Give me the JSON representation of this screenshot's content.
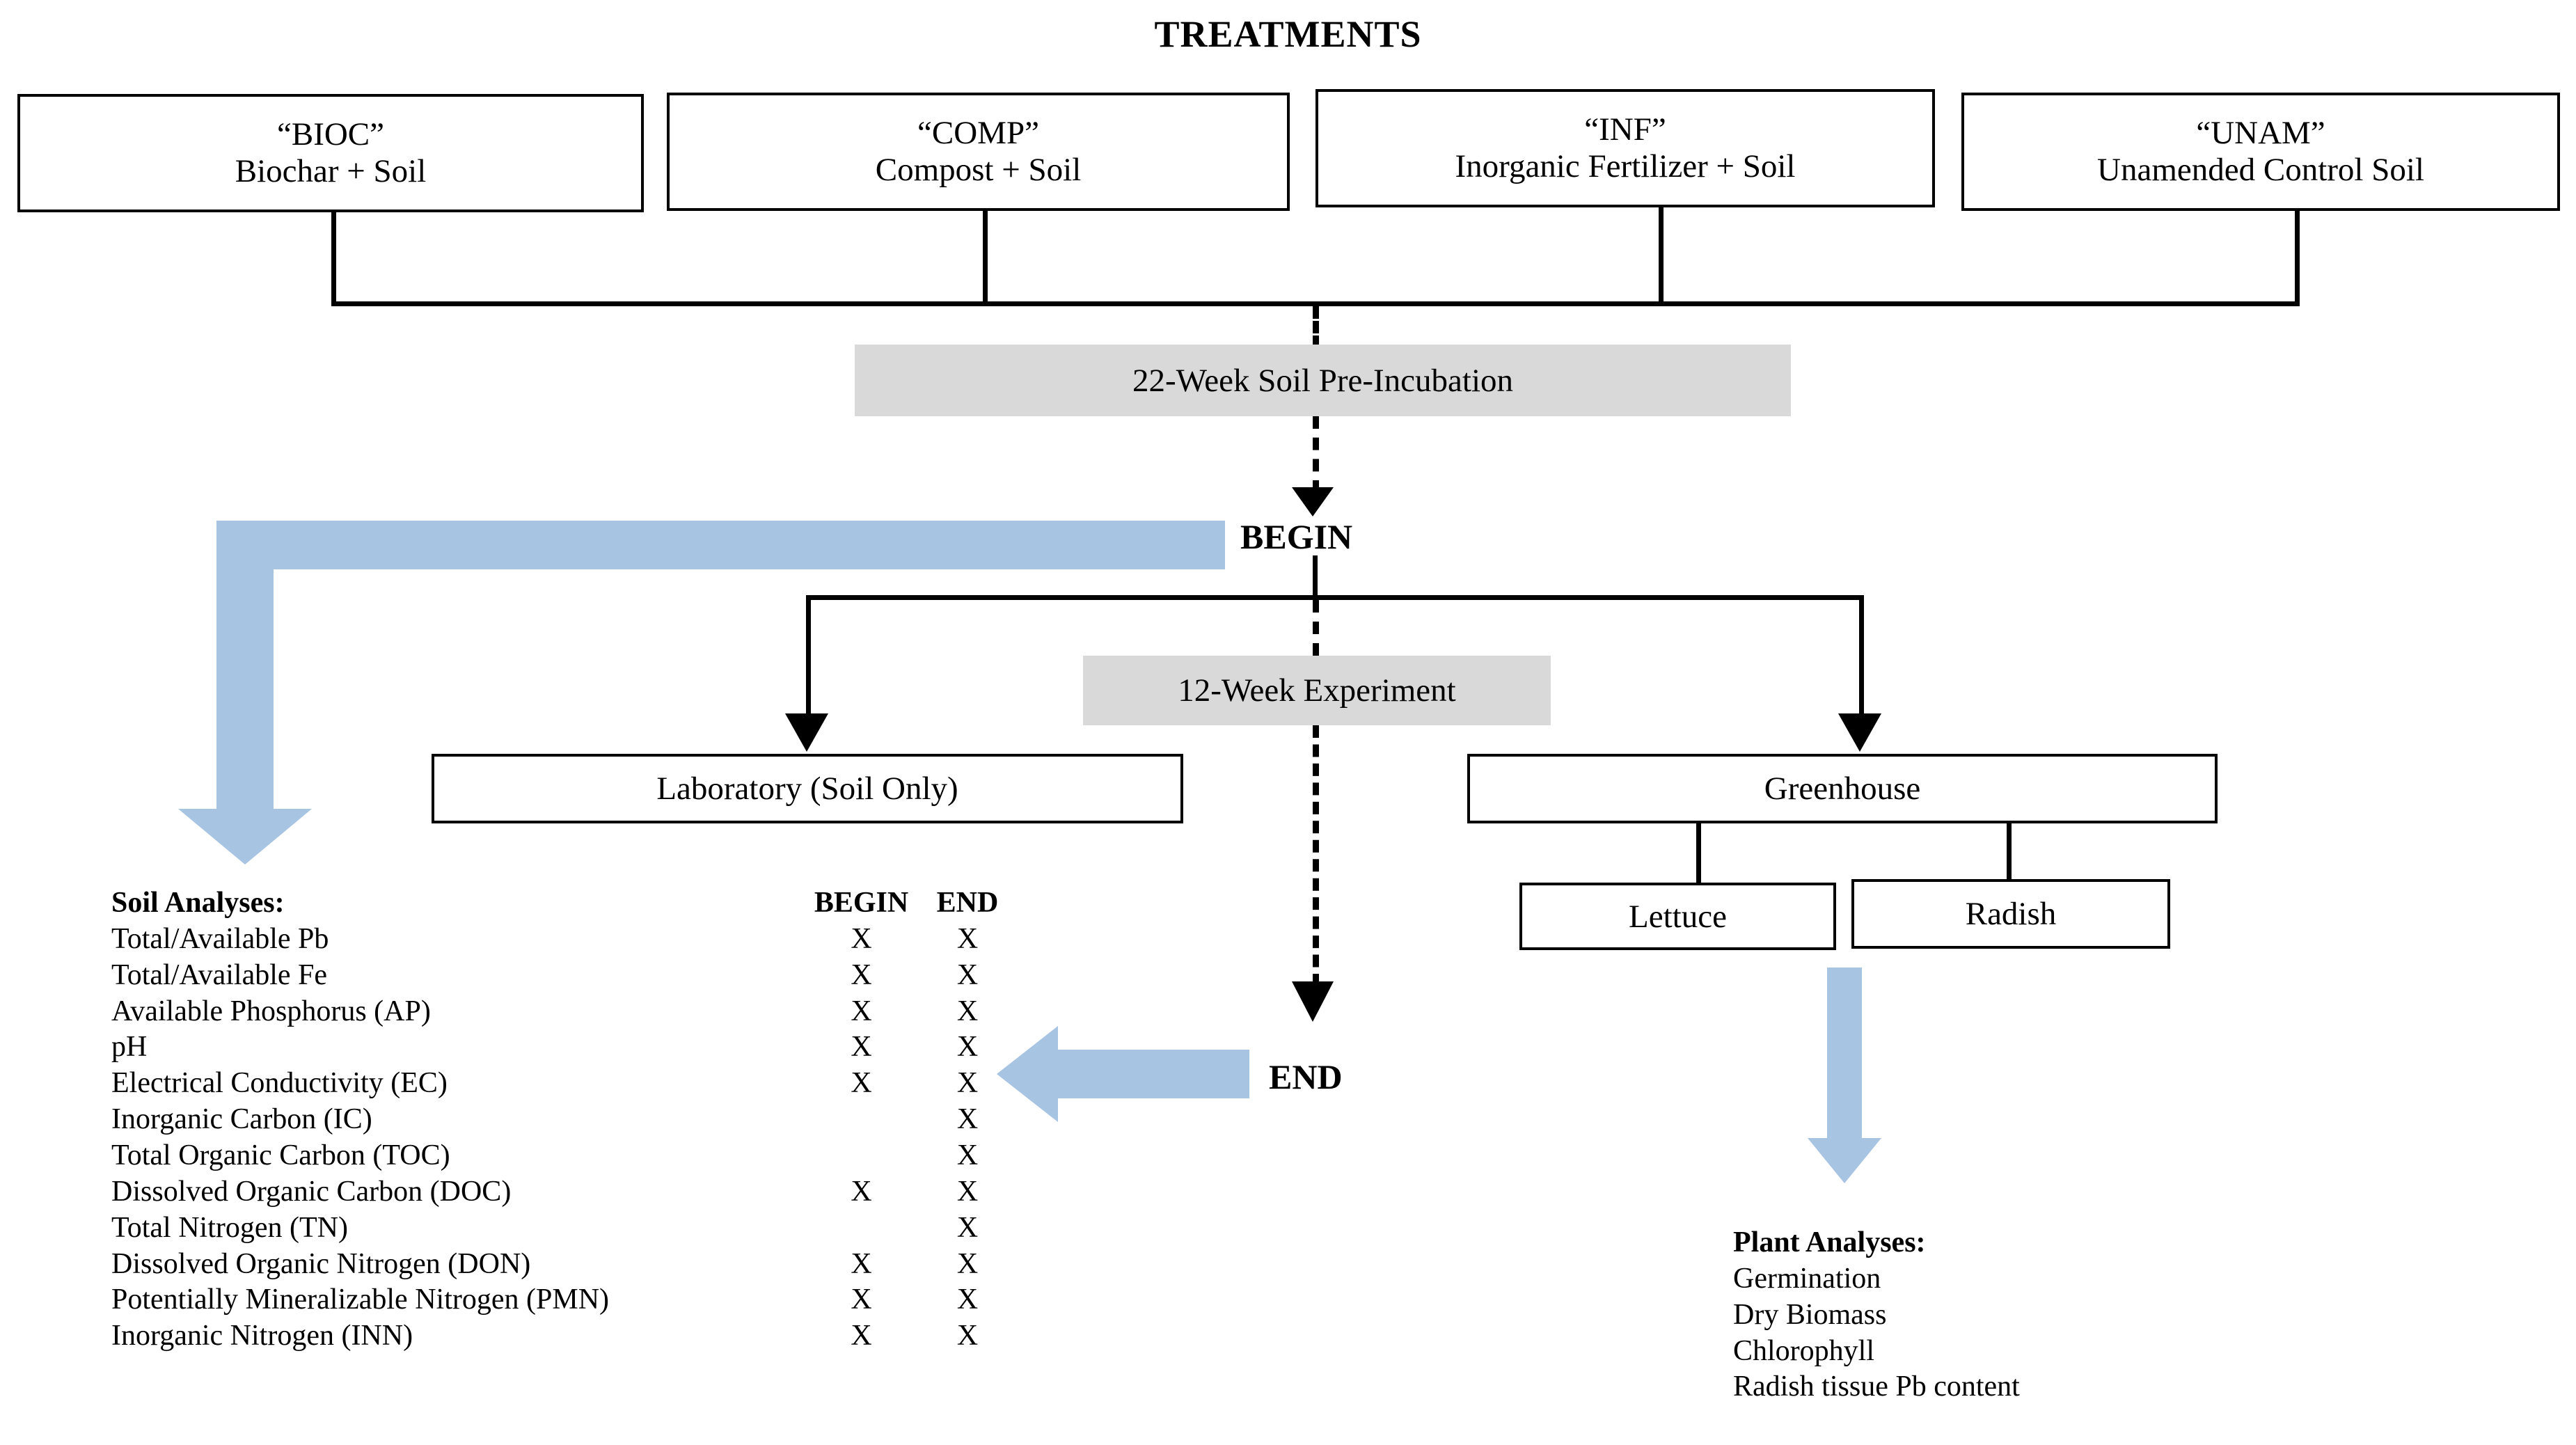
{
  "title": "TREATMENTS",
  "treatments": [
    {
      "code": "“BIOC”",
      "desc": "Biochar + Soil"
    },
    {
      "code": "“COMP”",
      "desc": "Compost + Soil"
    },
    {
      "code": "“INF”",
      "desc": "Inorganic Fertilizer + Soil"
    },
    {
      "code": "“UNAM”",
      "desc": "Unamended Control Soil"
    }
  ],
  "stages": {
    "pre_incubation": "22-Week Soil Pre-Incubation",
    "experiment": "12-Week Experiment"
  },
  "markers": {
    "begin": "BEGIN",
    "end": "END"
  },
  "branches": {
    "laboratory": "Laboratory (Soil Only)",
    "greenhouse": "Greenhouse",
    "crops": [
      "Lettuce",
      "Radish"
    ]
  },
  "soil_analyses": {
    "heading": "Soil Analyses:",
    "columns": [
      "BEGIN",
      "END"
    ],
    "rows": [
      {
        "name": "Total/Available Pb",
        "begin": "X",
        "end": "X"
      },
      {
        "name": "Total/Available Fe",
        "begin": "X",
        "end": "X"
      },
      {
        "name": "Available Phosphorus (AP)",
        "begin": "X",
        "end": "X"
      },
      {
        "name": "pH",
        "begin": "X",
        "end": "X"
      },
      {
        "name": "Electrical Conductivity (EC)",
        "begin": "X",
        "end": "X"
      },
      {
        "name": "Inorganic Carbon (IC)",
        "begin": "",
        "end": "X"
      },
      {
        "name": "Total Organic Carbon (TOC)",
        "begin": "",
        "end": "X"
      },
      {
        "name": "Dissolved Organic Carbon (DOC)",
        "begin": "X",
        "end": "X"
      },
      {
        "name": "Total Nitrogen (TN)",
        "begin": "",
        "end": "X"
      },
      {
        "name": "Dissolved Organic Nitrogen (DON)",
        "begin": "X",
        "end": "X"
      },
      {
        "name": "Potentially Mineralizable Nitrogen (PMN)",
        "begin": "X",
        "end": "X"
      },
      {
        "name": "Inorganic Nitrogen (INN)",
        "begin": "X",
        "end": "X"
      }
    ]
  },
  "plant_analyses": {
    "heading": "Plant Analyses:",
    "items": [
      "Germination",
      "Dry Biomass",
      "Chlorophyll",
      "Radish tissue Pb content"
    ]
  },
  "colors": {
    "accent_blue": "#a8c4e3",
    "stage_gray": "#d9d9d9",
    "line_black": "#000000"
  }
}
